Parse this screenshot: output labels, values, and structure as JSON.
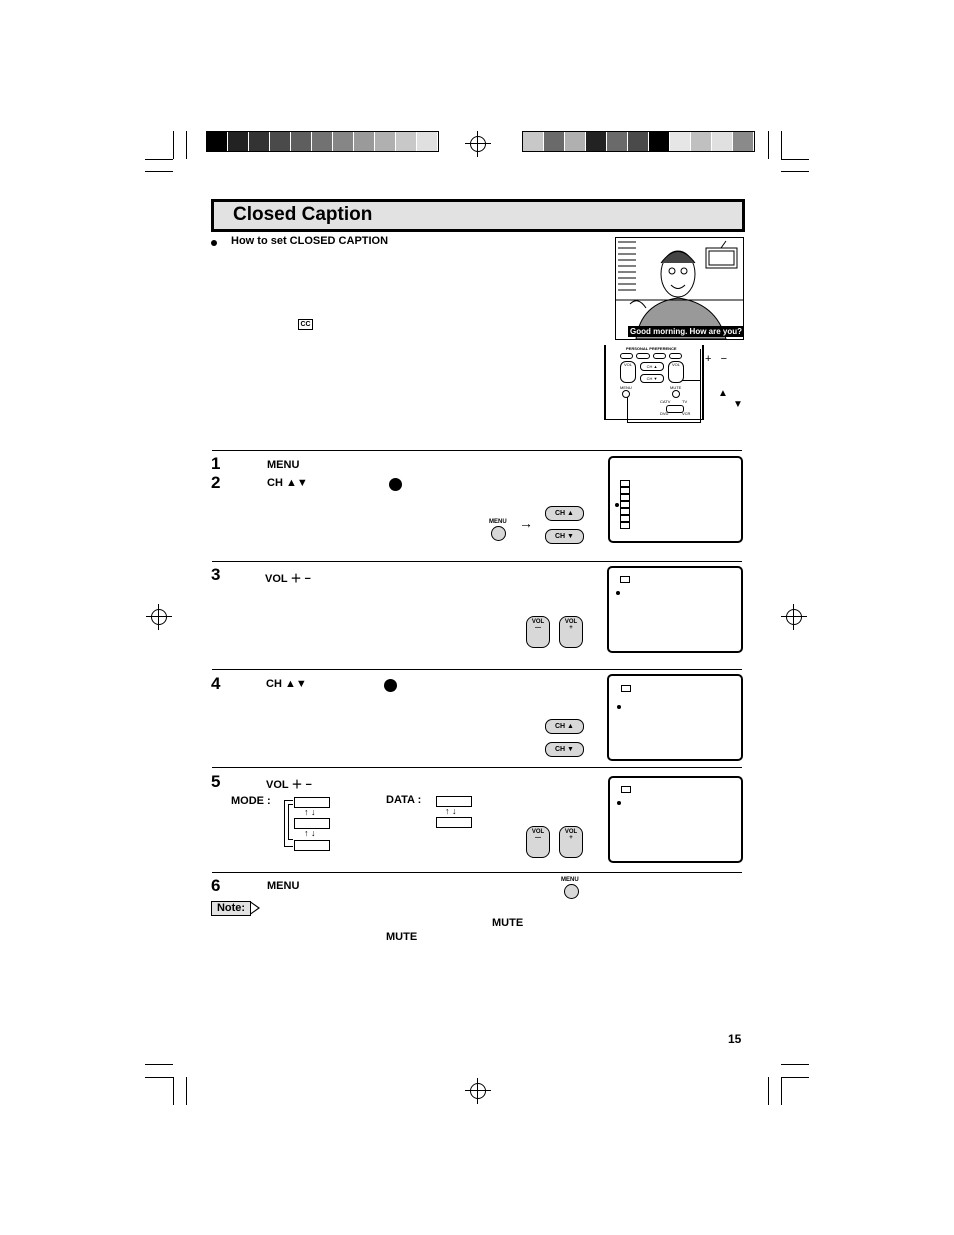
{
  "color_bar_left": [
    "#000000",
    "#222222",
    "#333333",
    "#4a4a4a",
    "#5e5e5e",
    "#727272",
    "#868686",
    "#9a9a9a",
    "#b0b0b0",
    "#c8c8c8",
    "#e0e0e0"
  ],
  "color_bar_right": [
    "#c8c8c8",
    "#6a6a6a",
    "#b0b0b0",
    "#222222",
    "#6a6a6a",
    "#4a4a4a",
    "#000000",
    "#e6e6e6",
    "#c0c0c0",
    "#e0e0e0",
    "#8a8a8a"
  ],
  "title": "Closed Caption",
  "intro": {
    "heading": "How to set CLOSED CAPTION",
    "cc_icon": "CC"
  },
  "tv_illustration": {
    "caption": "Good morning. How are you?"
  },
  "remote_diagram": {
    "header": "PERSONAL PREFERENCE",
    "vol_label": "VOL",
    "ch_up": "CH ▲",
    "ch_down": "CH ▼",
    "menu": "MENU",
    "mute": "MUTE",
    "cable": "CATV",
    "tv": "TV",
    "dvd": "DVD",
    "vcr": "VCR",
    "plus_minus": "+   −",
    "up_arrow": "▲",
    "down_arrow": "▼"
  },
  "steps": {
    "s1": {
      "num": "1",
      "label": "MENU"
    },
    "s2": {
      "num": "2",
      "label": "CH ▲▼"
    },
    "s3": {
      "num": "3",
      "label": "VOL ＋ −"
    },
    "s4": {
      "num": "4",
      "label": "CH ▲▼"
    },
    "s5": {
      "num": "5",
      "label": "VOL ＋ −",
      "mode_label": "MODE :",
      "data_label": "DATA :"
    },
    "s6": {
      "num": "6",
      "label": "MENU"
    }
  },
  "buttons": {
    "menu": "MENU",
    "ch_up": "CH ▲",
    "ch_down": "CH ▼",
    "vol": "VOL",
    "minus": "—",
    "plus": "+",
    "arrow_right": "→",
    "up_down": "↑ ↓"
  },
  "note": {
    "label": "Note:",
    "mute1": "MUTE",
    "mute2": "MUTE"
  },
  "page_number": "15"
}
